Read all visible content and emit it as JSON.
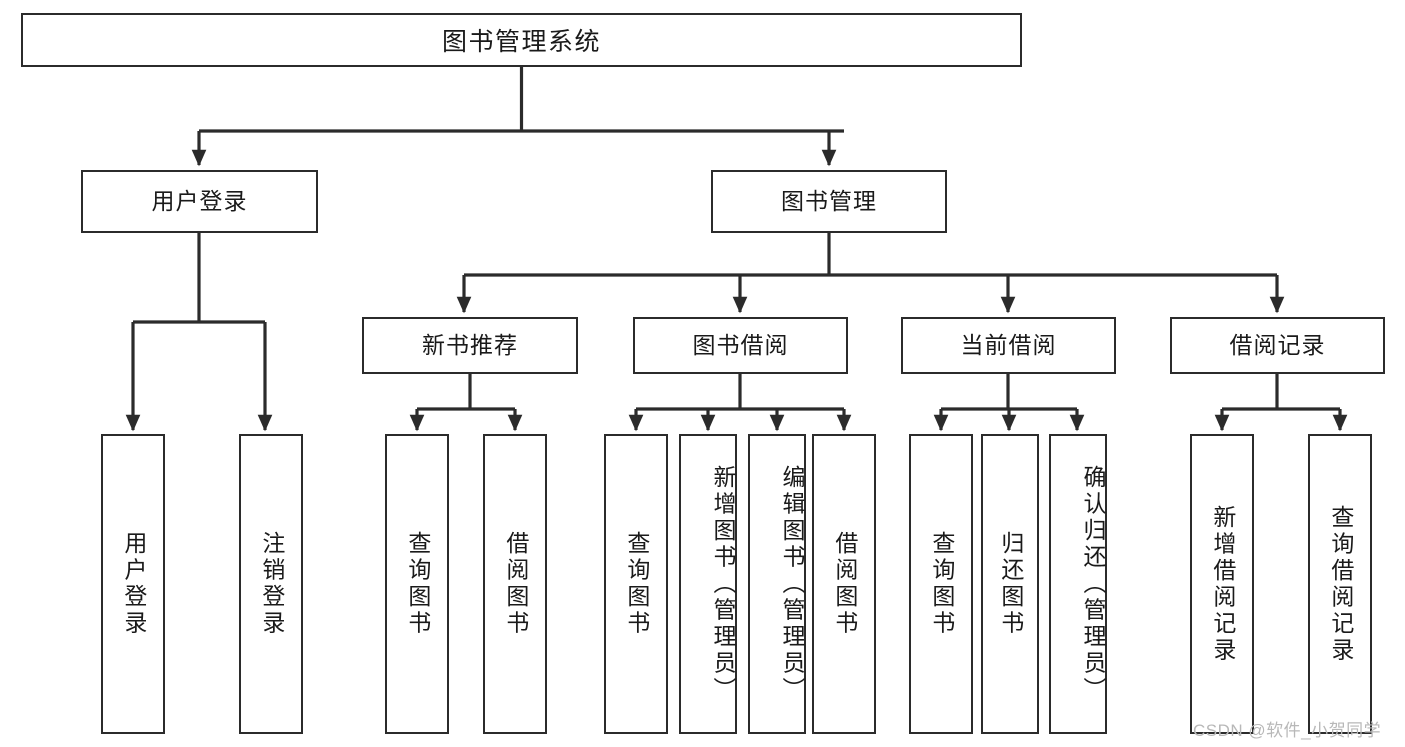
{
  "diagram": {
    "type": "hierarchy-tree",
    "title_node": {
      "label": "图书管理系统"
    },
    "level2": [
      {
        "label": "用户登录"
      },
      {
        "label": "图书管理"
      }
    ],
    "level3": [
      {
        "label": "新书推荐"
      },
      {
        "label": "图书借阅"
      },
      {
        "label": "当前借阅"
      },
      {
        "label": "借阅记录"
      }
    ],
    "leaves": {
      "user_login": [
        {
          "label": "用户登录"
        },
        {
          "label": "注销登录"
        }
      ],
      "new_book_recommend": [
        {
          "label": "查询图书"
        },
        {
          "label": "借阅图书"
        }
      ],
      "book_borrow": [
        {
          "label": "查询图书"
        },
        {
          "label": "新增图书（管理员）"
        },
        {
          "label": "编辑图书（管理员）"
        },
        {
          "label": "借阅图书"
        }
      ],
      "current_borrow": [
        {
          "label": "查询图书"
        },
        {
          "label": "归还图书"
        },
        {
          "label": "确认归还（管理员）"
        }
      ],
      "borrow_record": [
        {
          "label": "新增借阅记录"
        },
        {
          "label": "查询借阅记录"
        }
      ]
    }
  },
  "watermark": {
    "text": "CSDN @软件_小贺同学"
  },
  "colors": {
    "stroke": "#2b2b2b",
    "background": "#ffffff",
    "text": "#1a1a1a",
    "watermark": "#b8b8b8"
  }
}
